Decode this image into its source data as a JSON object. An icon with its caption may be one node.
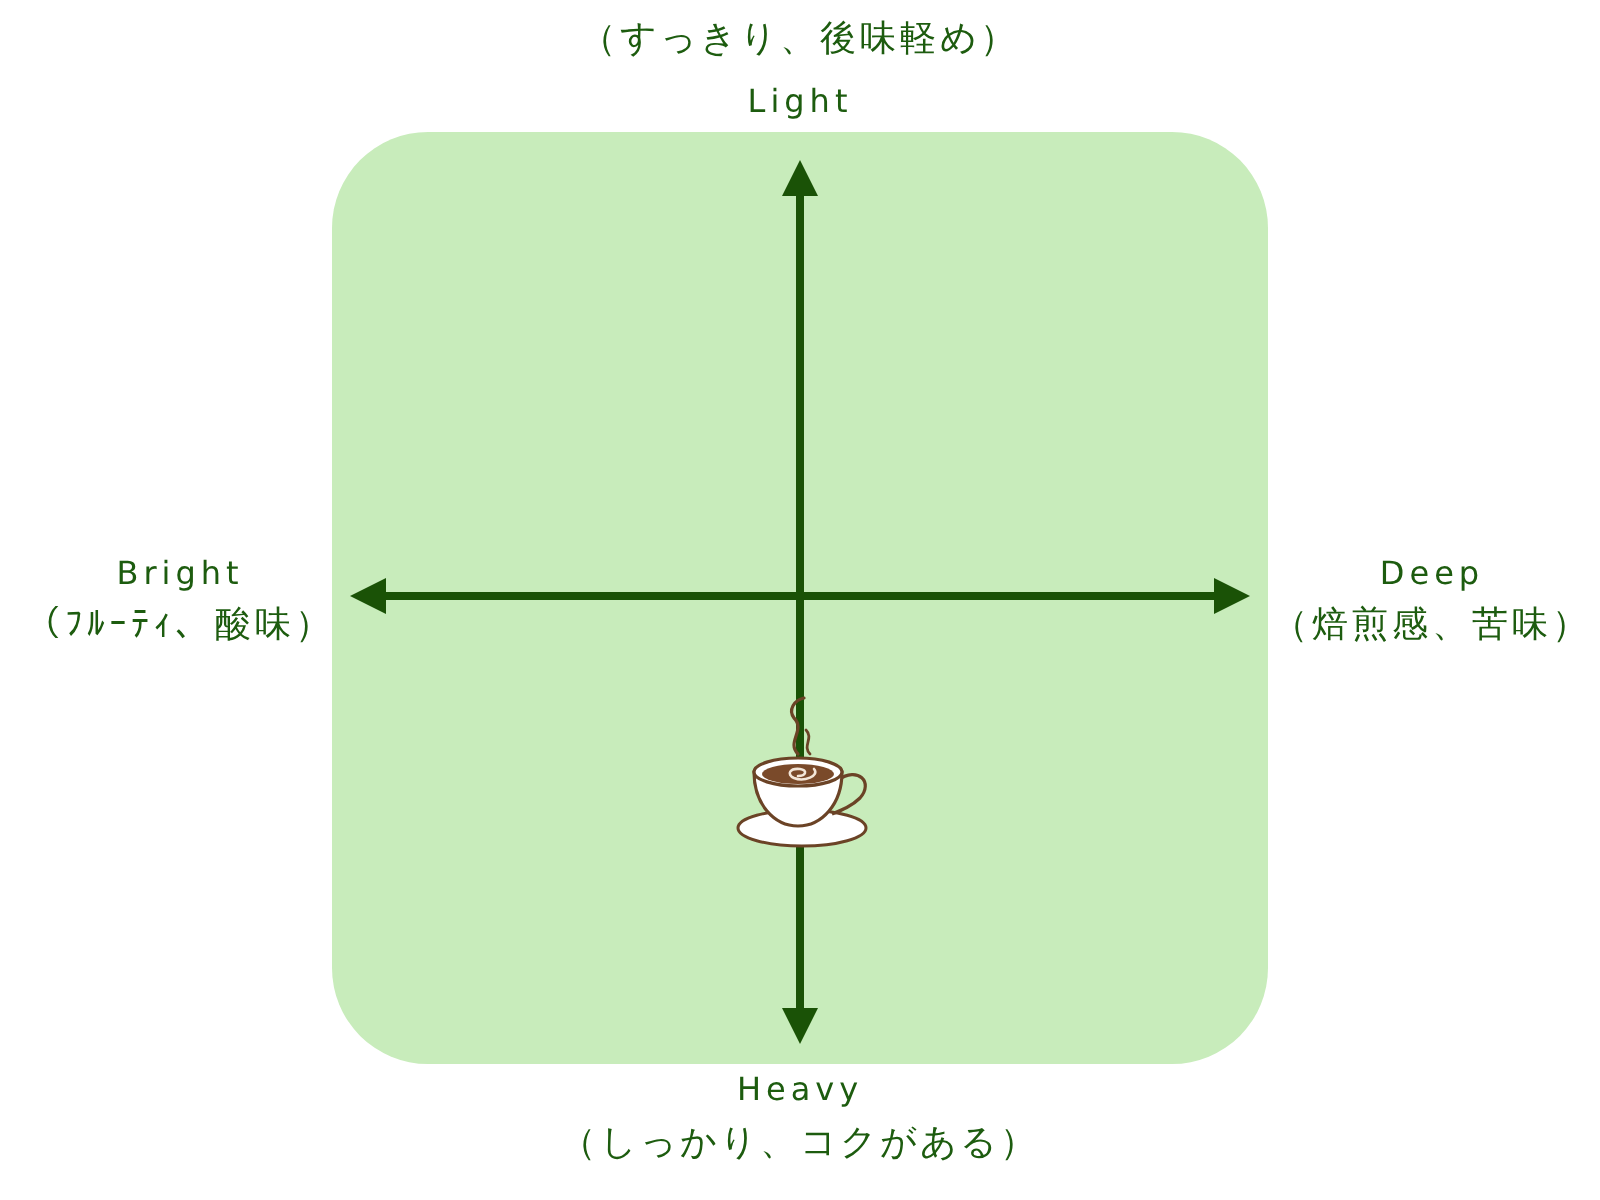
{
  "diagram": {
    "labels": [
      "（すっきり、後味軽め）",
      "Light",
      "Bright",
      "（ﾌﾙｰﾃｨ、酸味）",
      "Deep",
      "（焙煎感、苦味）",
      "Heavy",
      "（しっかり、コクがある）"
    ]
  }
}
